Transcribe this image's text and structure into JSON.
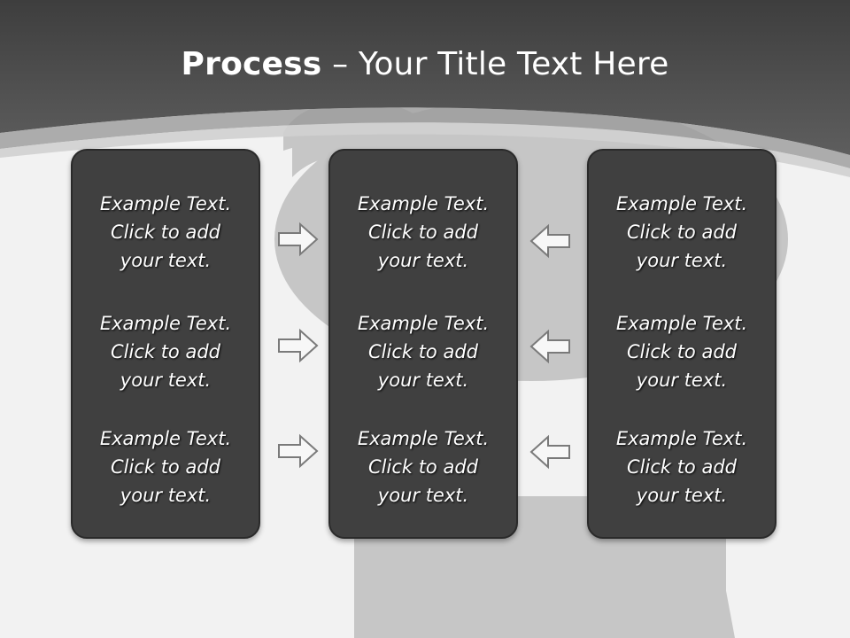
{
  "title": {
    "bold": "Process",
    "rest": " – Your Title Text Here"
  },
  "columns": [
    {
      "items": [
        {
          "l1": "Example Text.",
          "l2": "Click  to add",
          "l3": "your text."
        },
        {
          "l1": "Example Text.",
          "l2": "Click  to add",
          "l3": "your text."
        },
        {
          "l1": "Example Text.",
          "l2": "Click  to add",
          "l3": "your text."
        }
      ]
    },
    {
      "items": [
        {
          "l1": "Example Text.",
          "l2": "Click  to add",
          "l3": "your text."
        },
        {
          "l1": "Example Text.",
          "l2": "Click  to add",
          "l3": "your text."
        },
        {
          "l1": "Example Text.",
          "l2": "Click  to add",
          "l3": "your text."
        }
      ]
    },
    {
      "items": [
        {
          "l1": "Example Text.",
          "l2": "Click  to add",
          "l3": "your text."
        },
        {
          "l1": "Example Text.",
          "l2": "Click  to add",
          "l3": "your text."
        },
        {
          "l1": "Example Text.",
          "l2": "Click  to add",
          "l3": "your text."
        }
      ]
    }
  ],
  "arrows": {
    "left_group": "arrow-right-icon",
    "right_group": "arrow-left-icon"
  },
  "colors": {
    "header": "#4a4a4a",
    "box": "#404040",
    "background": "#f2f2f2",
    "silhouette": "#c4c4c4"
  }
}
